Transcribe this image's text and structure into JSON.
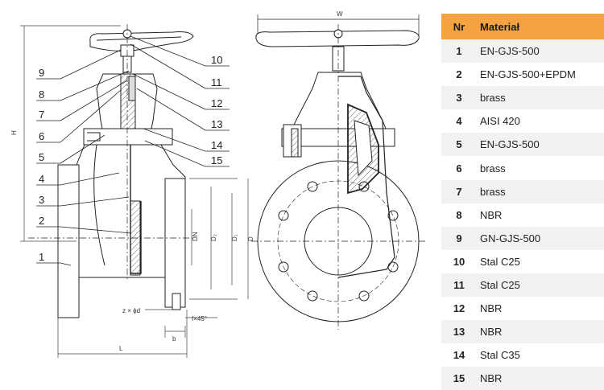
{
  "table": {
    "header": {
      "nr": "Nr",
      "material": "Materiał"
    },
    "rows": [
      {
        "nr": "1",
        "material": "EN-GJS-500"
      },
      {
        "nr": "2",
        "material": "EN-GJS-500+EPDM"
      },
      {
        "nr": "3",
        "material": "brass"
      },
      {
        "nr": "4",
        "material": "AISI 420"
      },
      {
        "nr": "5",
        "material": "EN-GJS-500"
      },
      {
        "nr": "6",
        "material": "brass"
      },
      {
        "nr": "7",
        "material": "brass"
      },
      {
        "nr": "8",
        "material": "NBR"
      },
      {
        "nr": "9",
        "material": "GN-GJS-500"
      },
      {
        "nr": "10",
        "material": "Stal C25"
      },
      {
        "nr": "11",
        "material": "Stal C25"
      },
      {
        "nr": "12",
        "material": "NBR"
      },
      {
        "nr": "13",
        "material": "NBR"
      },
      {
        "nr": "14",
        "material": "Stal C35"
      },
      {
        "nr": "15",
        "material": "NBR"
      }
    ],
    "colors": {
      "header_bg": "#f5a342",
      "stripe": "#f2f2f2"
    }
  },
  "drawing": {
    "callouts": {
      "n1": "1",
      "n2": "2",
      "n3": "3",
      "n4": "4",
      "n5": "5",
      "n6": "6",
      "n7": "7",
      "n8": "8",
      "n9": "9",
      "n10": "10",
      "n11": "11",
      "n12": "12",
      "n13": "13",
      "n14": "14",
      "n15": "15"
    },
    "dims": {
      "H": "H",
      "W": "W",
      "L": "L",
      "DN": "DN",
      "D2": "D₂",
      "D1": "D₁",
      "D": "D",
      "holes": "z × ϕd",
      "chamfer": "f×45°",
      "b": "b"
    }
  }
}
